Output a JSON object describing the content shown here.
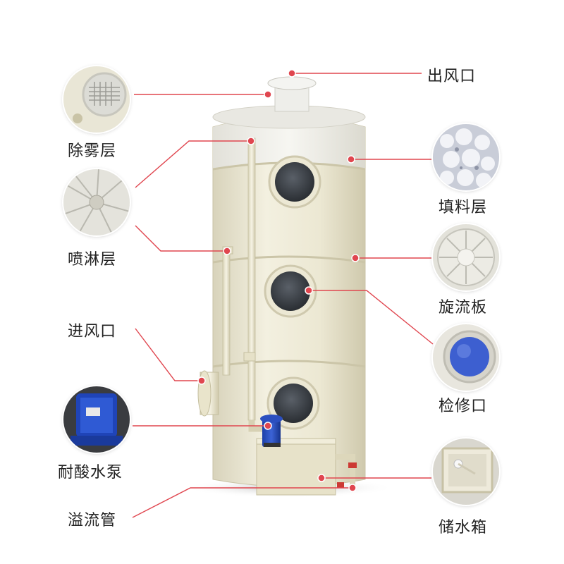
{
  "labels": {
    "outlet": "出风口",
    "demister": "除雾层",
    "packing": "填料层",
    "spray": "喷淋层",
    "swirl_plate": "旋流板",
    "inlet": "进风口",
    "inspection_port": "检修口",
    "pump": "耐酸水泵",
    "overflow_pipe": "溢流管",
    "water_tank": "储水箱"
  },
  "colors": {
    "leader_line": "#e0464f",
    "tower_body": "#eeead6",
    "background": "#ffffff"
  }
}
